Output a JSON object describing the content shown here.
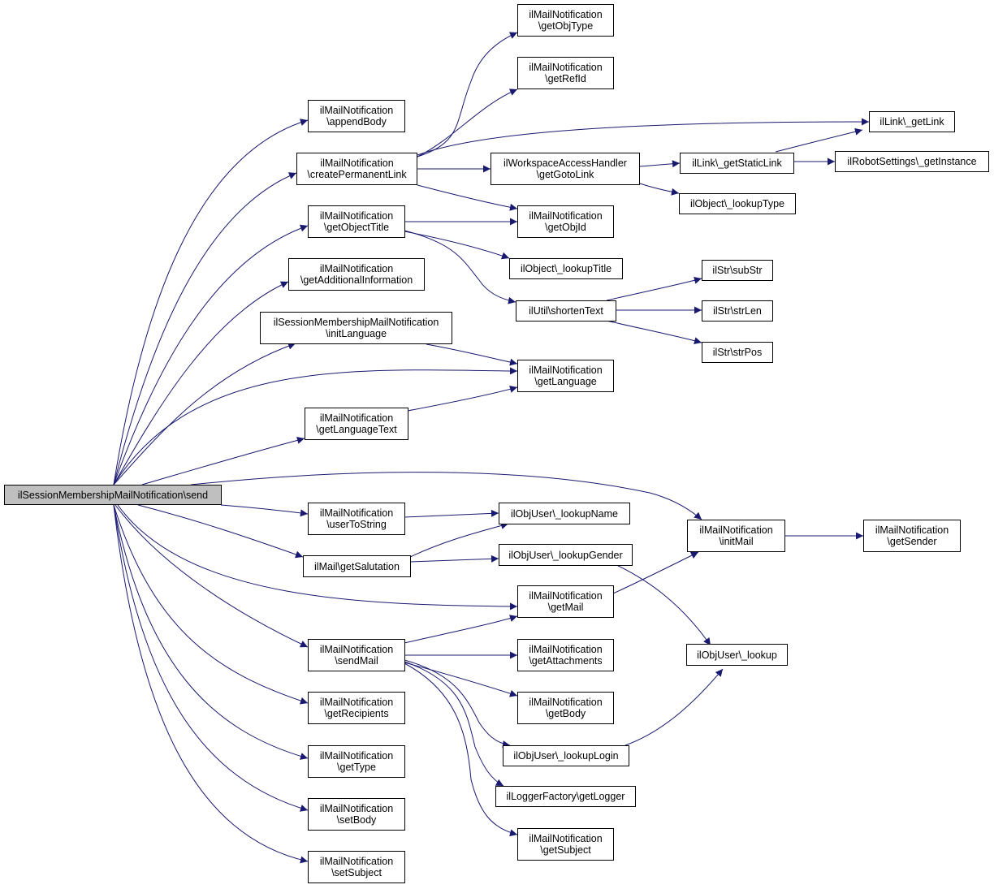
{
  "colors": {
    "edge": "#191970",
    "root_fill": "#bfbfbf",
    "node_fill": "#ffffff",
    "border": "#000000"
  },
  "nodes": {
    "root": [
      "ilSessionMembershipMailNotification\\send"
    ],
    "appendBody": [
      "ilMailNotification",
      "\\appendBody"
    ],
    "createPermanentLink": [
      "ilMailNotification",
      "\\createPermanentLink"
    ],
    "getObjectTitle": [
      "ilMailNotification",
      "\\getObjectTitle"
    ],
    "getAdditionalInformation": [
      "ilMailNotification",
      "\\getAdditionalInformation"
    ],
    "initLanguage": [
      "ilSessionMembershipMailNotification",
      "\\initLanguage"
    ],
    "getLanguageText": [
      "ilMailNotification",
      "\\getLanguageText"
    ],
    "userToString": [
      "ilMailNotification",
      "\\userToString"
    ],
    "getSalutation": [
      "ilMail\\getSalutation"
    ],
    "sendMail": [
      "ilMailNotification",
      "\\sendMail"
    ],
    "getRecipients": [
      "ilMailNotification",
      "\\getRecipients"
    ],
    "getType": [
      "ilMailNotification",
      "\\getType"
    ],
    "setBody": [
      "ilMailNotification",
      "\\setBody"
    ],
    "setSubject": [
      "ilMailNotification",
      "\\setSubject"
    ],
    "getObjType": [
      "ilMailNotification",
      "\\getObjType"
    ],
    "getRefId": [
      "ilMailNotification",
      "\\getRefId"
    ],
    "getGotoLink": [
      "ilWorkspaceAccessHandler",
      "\\getGotoLink"
    ],
    "getObjId": [
      "ilMailNotification",
      "\\getObjId"
    ],
    "lookupTitle": [
      "ilObject\\_lookupTitle"
    ],
    "shortenText": [
      "ilUtil\\shortenText"
    ],
    "getLanguage": [
      "ilMailNotification",
      "\\getLanguage"
    ],
    "lookupName": [
      "ilObjUser\\_lookupName"
    ],
    "lookupGender": [
      "ilObjUser\\_lookupGender"
    ],
    "getMail": [
      "ilMailNotification",
      "\\getMail"
    ],
    "getAttachments": [
      "ilMailNotification",
      "\\getAttachments"
    ],
    "getBody": [
      "ilMailNotification",
      "\\getBody"
    ],
    "lookupLogin": [
      "ilObjUser\\_lookupLogin"
    ],
    "getLogger": [
      "ilLoggerFactory\\getLogger"
    ],
    "getSubject": [
      "ilMailNotification",
      "\\getSubject"
    ],
    "getLink": [
      "ilLink\\_getLink"
    ],
    "getStaticLink": [
      "ilLink\\_getStaticLink"
    ],
    "lookupType": [
      "ilObject\\_lookupType"
    ],
    "subStr": [
      "ilStr\\subStr"
    ],
    "strLen": [
      "ilStr\\strLen"
    ],
    "strPos": [
      "ilStr\\strPos"
    ],
    "initMail": [
      "ilMailNotification",
      "\\initMail"
    ],
    "lookup": [
      "ilObjUser\\_lookup"
    ],
    "getInstance": [
      "ilRobotSettings\\_getInstance"
    ],
    "getSender": [
      "ilMailNotification",
      "\\getSender"
    ]
  }
}
